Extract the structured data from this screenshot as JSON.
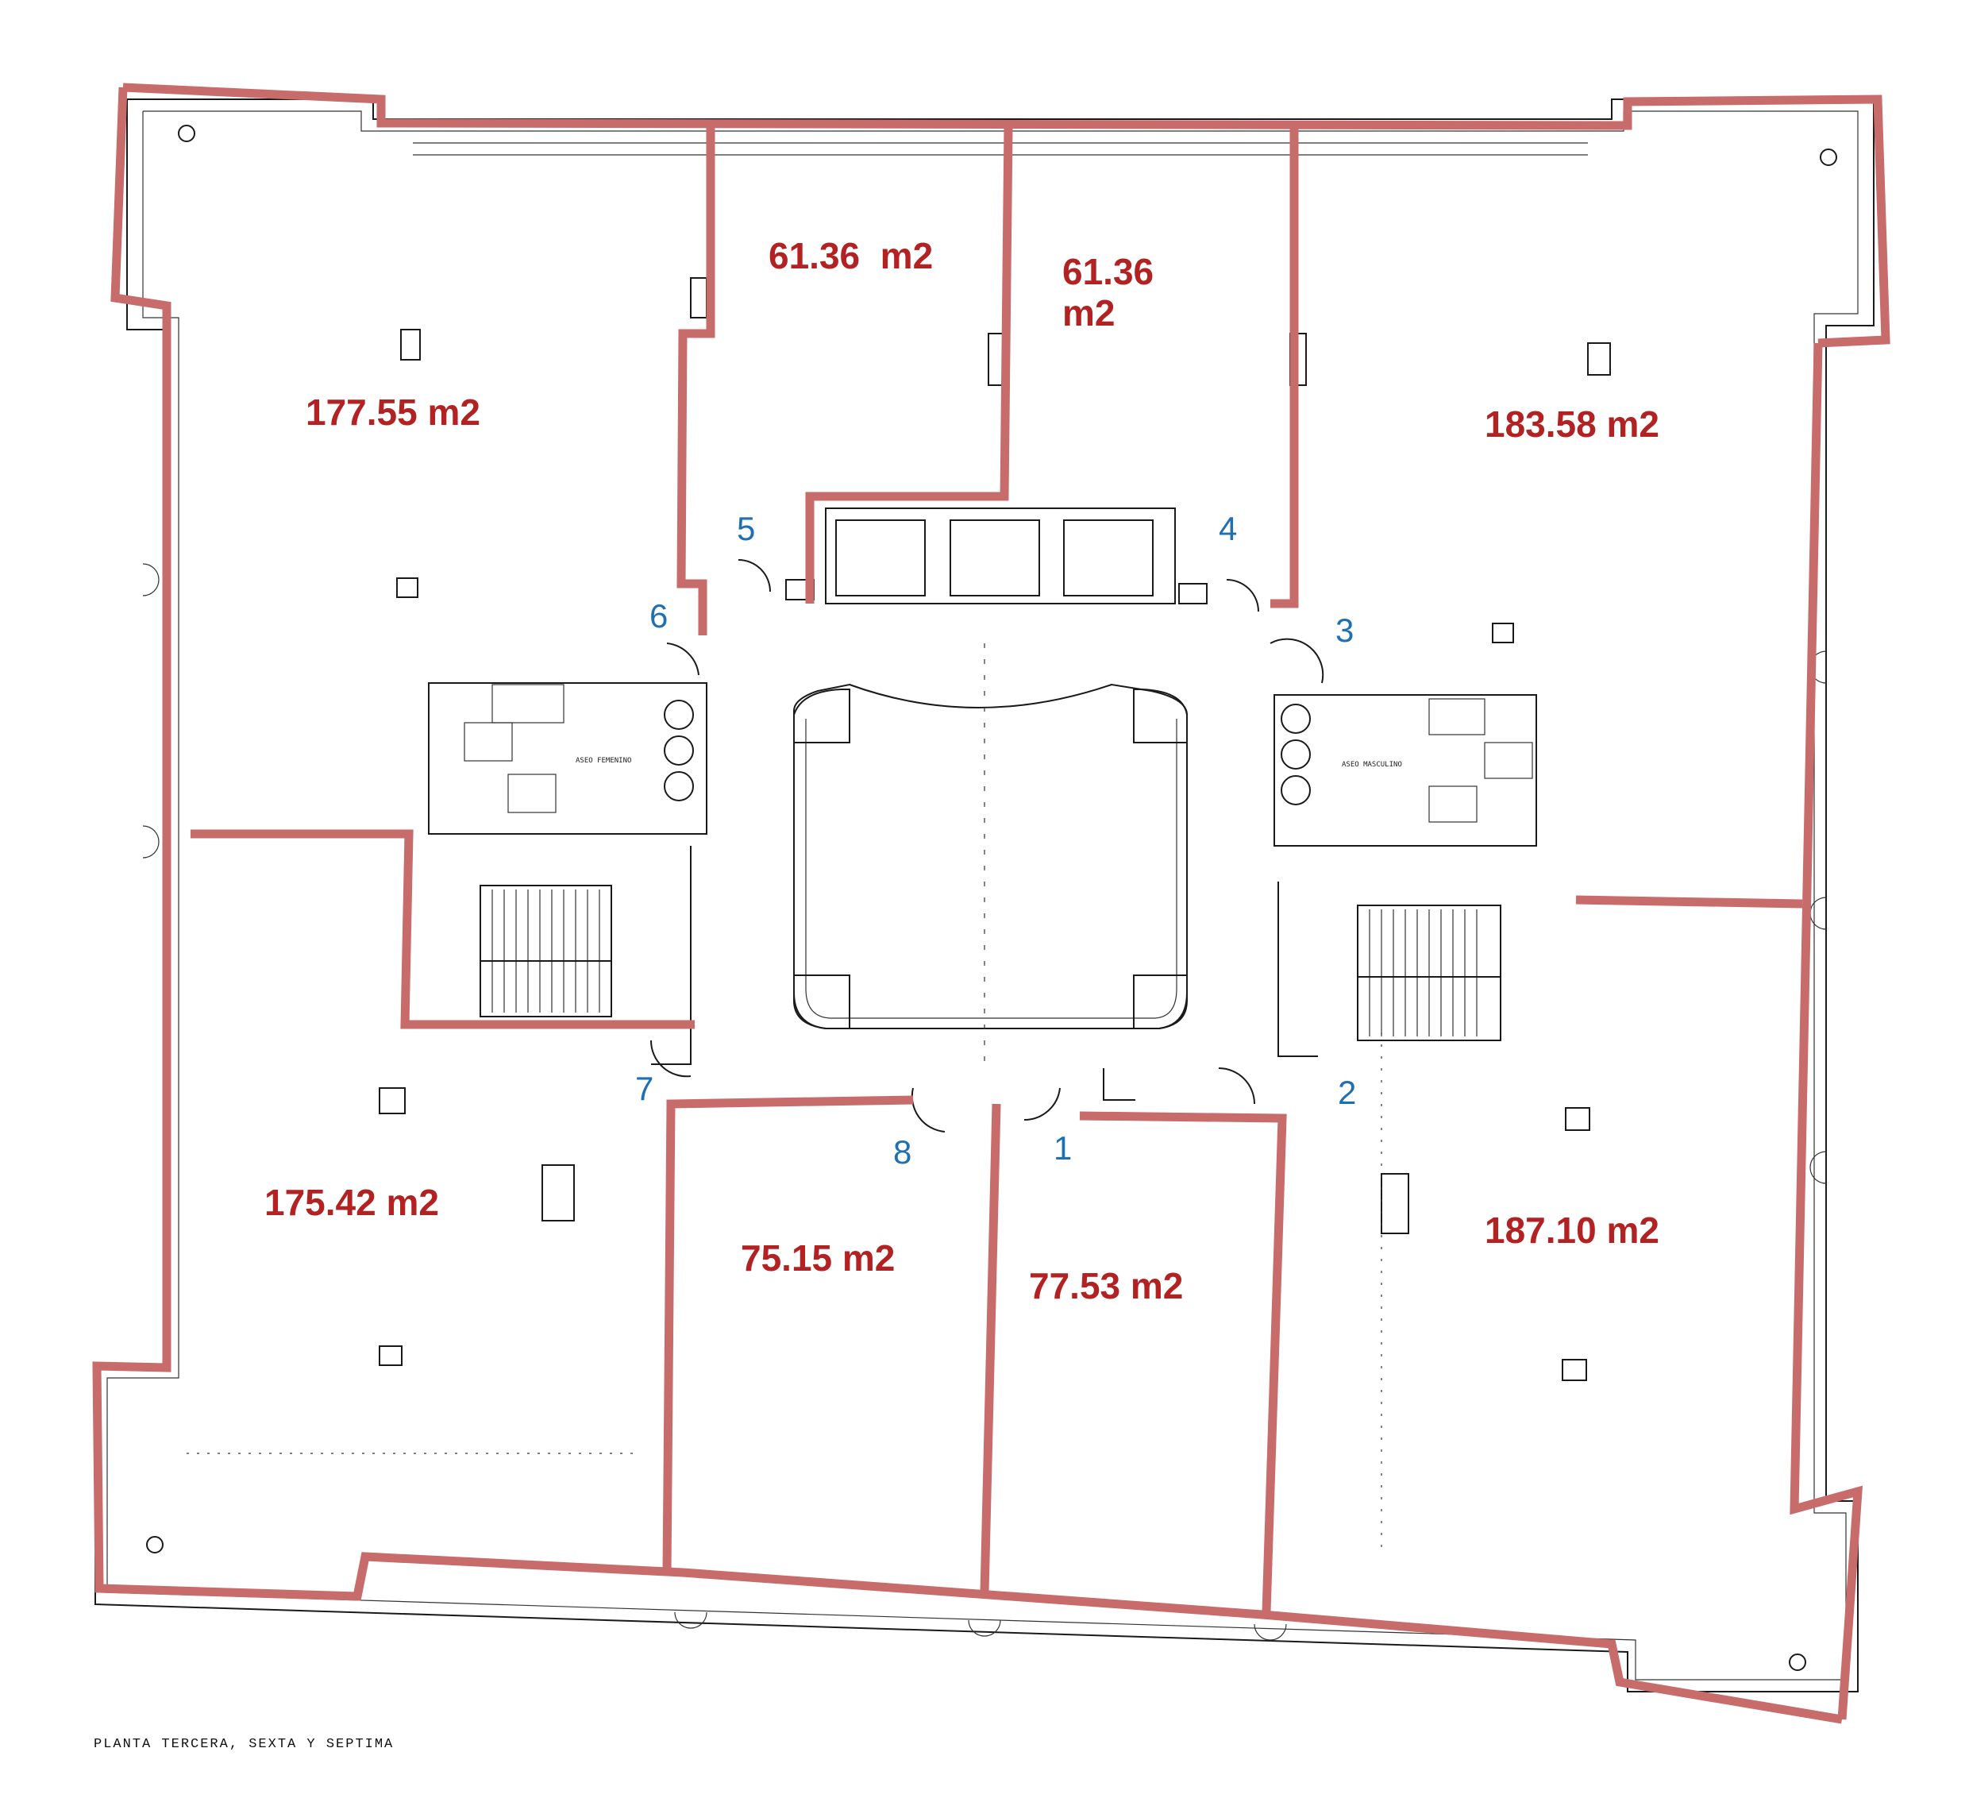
{
  "plan": {
    "caption": "PLANTA TERCERA, SEXTA Y SEPTIMA",
    "restroom_women_label": "ASEO FEMENINO",
    "restroom_men_label": "ASEO MASCULINO"
  },
  "areas": [
    {
      "id": "top-left",
      "lines": [
        "177.55 m2"
      ]
    },
    {
      "id": "top-center-left",
      "lines": [
        "61.36  m2"
      ]
    },
    {
      "id": "top-center-right",
      "lines": [
        "61.36",
        "m2"
      ]
    },
    {
      "id": "top-right",
      "lines": [
        "183.58 m2"
      ]
    },
    {
      "id": "bottom-left",
      "lines": [
        "175.42 m2"
      ]
    },
    {
      "id": "bottom-center-left",
      "lines": [
        "75.15 m2"
      ]
    },
    {
      "id": "bottom-center-right",
      "lines": [
        "77.53 m2"
      ]
    },
    {
      "id": "bottom-right",
      "lines": [
        "187.10 m2"
      ]
    }
  ],
  "doors": [
    "1",
    "2",
    "3",
    "4",
    "5",
    "6",
    "7",
    "8"
  ],
  "colors": {
    "outline": "#c76b6b",
    "area_text": "#b22222",
    "door_text": "#1f6fb5",
    "ink": "#1a1a1a"
  }
}
